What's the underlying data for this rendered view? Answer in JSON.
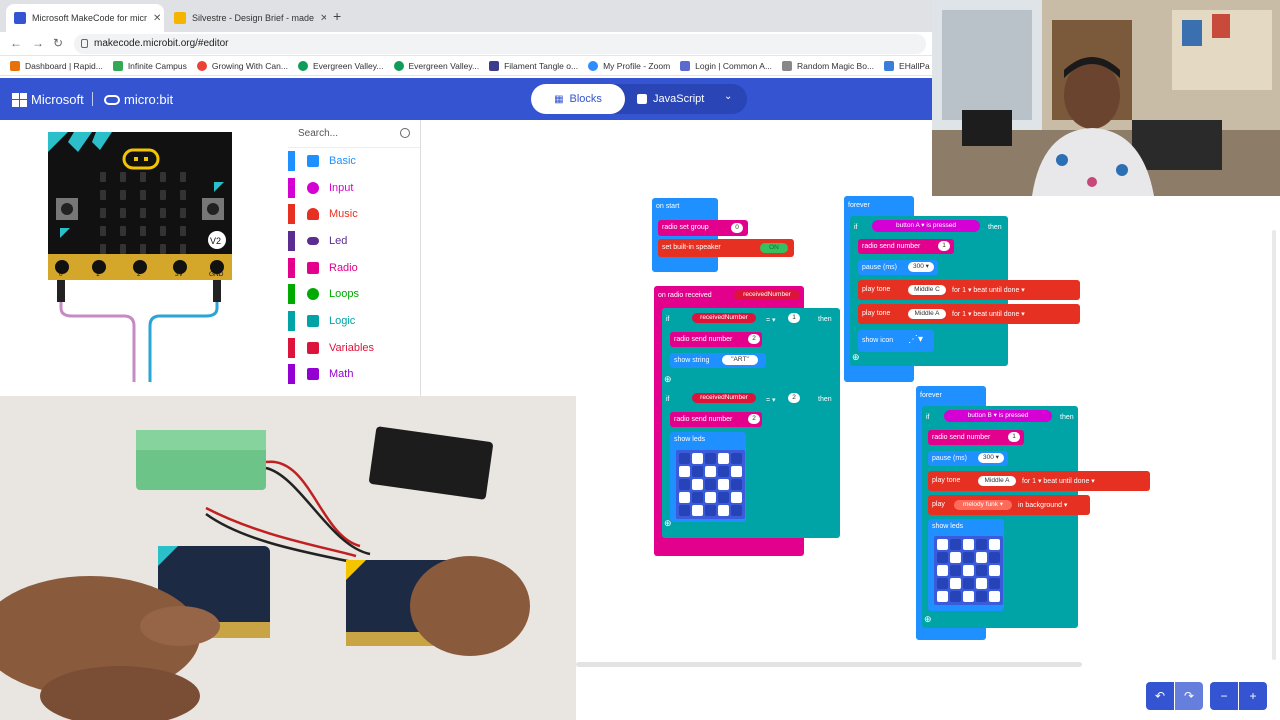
{
  "browser": {
    "tabs": [
      {
        "label": "Microsoft MakeCode for micr",
        "active": true
      },
      {
        "label": "Silvestre - Design Brief - made",
        "active": false
      }
    ],
    "url": "makecode.microbit.org/#editor",
    "bookmarks": [
      "Dashboard | Rapid...",
      "Infinite Campus",
      "Growing With Can...",
      "Evergreen Valley...",
      "Evergreen Valley...",
      "Filament Tangle o...",
      "My Profile - Zoom",
      "Login | Common A...",
      "Random Magic Bo...",
      "EHallPa"
    ]
  },
  "header": {
    "brand": "Microsoft",
    "product": "micro:bit",
    "blocks_label": "Blocks",
    "js_label": "JavaScript",
    "accent": "#3454d1"
  },
  "simulator": {
    "pins": [
      "0",
      "1",
      "2",
      "3V",
      "GND"
    ],
    "badge": "V2"
  },
  "toolbox": {
    "search_placeholder": "Search...",
    "categories": [
      {
        "label": "Basic",
        "color": "#1e90ff"
      },
      {
        "label": "Input",
        "color": "#d400d4"
      },
      {
        "label": "Music",
        "color": "#e63022"
      },
      {
        "label": "Led",
        "color": "#5c2d91"
      },
      {
        "label": "Radio",
        "color": "#e3008c"
      },
      {
        "label": "Loops",
        "color": "#00aa00"
      },
      {
        "label": "Logic",
        "color": "#00a4a6"
      },
      {
        "label": "Variables",
        "color": "#dc143c"
      },
      {
        "label": "Math",
        "color": "#9400d3"
      }
    ]
  },
  "blocks": {
    "on_start": {
      "header": "on start",
      "line1": "radio set group",
      "group_value": "0",
      "line2": "set built-in speaker",
      "speaker_value": "ON"
    },
    "on_radio": {
      "header": "on radio received",
      "param": "receivedNumber",
      "if1": "if",
      "cond1_var": "receivedNumber",
      "cond1_op": "= ▾",
      "cond1_val": "1",
      "then1": "then",
      "send1": "radio send number",
      "send1_val": "2",
      "show_string": "show string",
      "string_val": "\"ART\"",
      "if2": "if",
      "cond2_var": "receivedNumber",
      "cond2_op": "= ▾",
      "cond2_val": "2",
      "then2": "then",
      "send2": "radio send number",
      "send2_val": "2",
      "show_leds": "show leds"
    },
    "forever1": {
      "header": "forever",
      "if": "if",
      "cond": "button A ▾ is pressed",
      "then": "then",
      "send": "radio send number",
      "send_val": "1",
      "pause": "pause (ms)",
      "pause_val": "300 ▾",
      "play1_a": "play  tone",
      "play1_note": "Middle C",
      "play1_b": "for  1 ▾ beat   until done ▾",
      "play2_a": "play  tone",
      "play2_note": "Middle A",
      "play2_b": "for  1 ▾ beat   until done ▾",
      "show_icon": "show icon"
    },
    "forever2": {
      "header": "forever",
      "if": "if",
      "cond": "button B ▾ is pressed",
      "then": "then",
      "send": "radio send number",
      "send_val": "1",
      "pause": "pause (ms)",
      "pause_val": "300 ▾",
      "play1_a": "play  tone",
      "play1_note": "Middle A",
      "play1_b": "for  1 ▾ beat   until done ▾",
      "play2_a": "play",
      "play2_melody": "melody funk ▾",
      "play2_b": "in background ▾",
      "show_leds": "show leds"
    }
  },
  "led_patterns": {
    "radio_leds": [
      0,
      1,
      0,
      1,
      0,
      1,
      0,
      1,
      0,
      1,
      0,
      1,
      0,
      1,
      0,
      1,
      0,
      1,
      0,
      1,
      0,
      1,
      0,
      1,
      0
    ],
    "forever_leds": [
      1,
      0,
      1,
      0,
      1,
      0,
      1,
      0,
      1,
      0,
      1,
      0,
      1,
      0,
      1,
      0,
      1,
      0,
      1,
      0,
      1,
      0,
      1,
      0,
      1
    ]
  }
}
